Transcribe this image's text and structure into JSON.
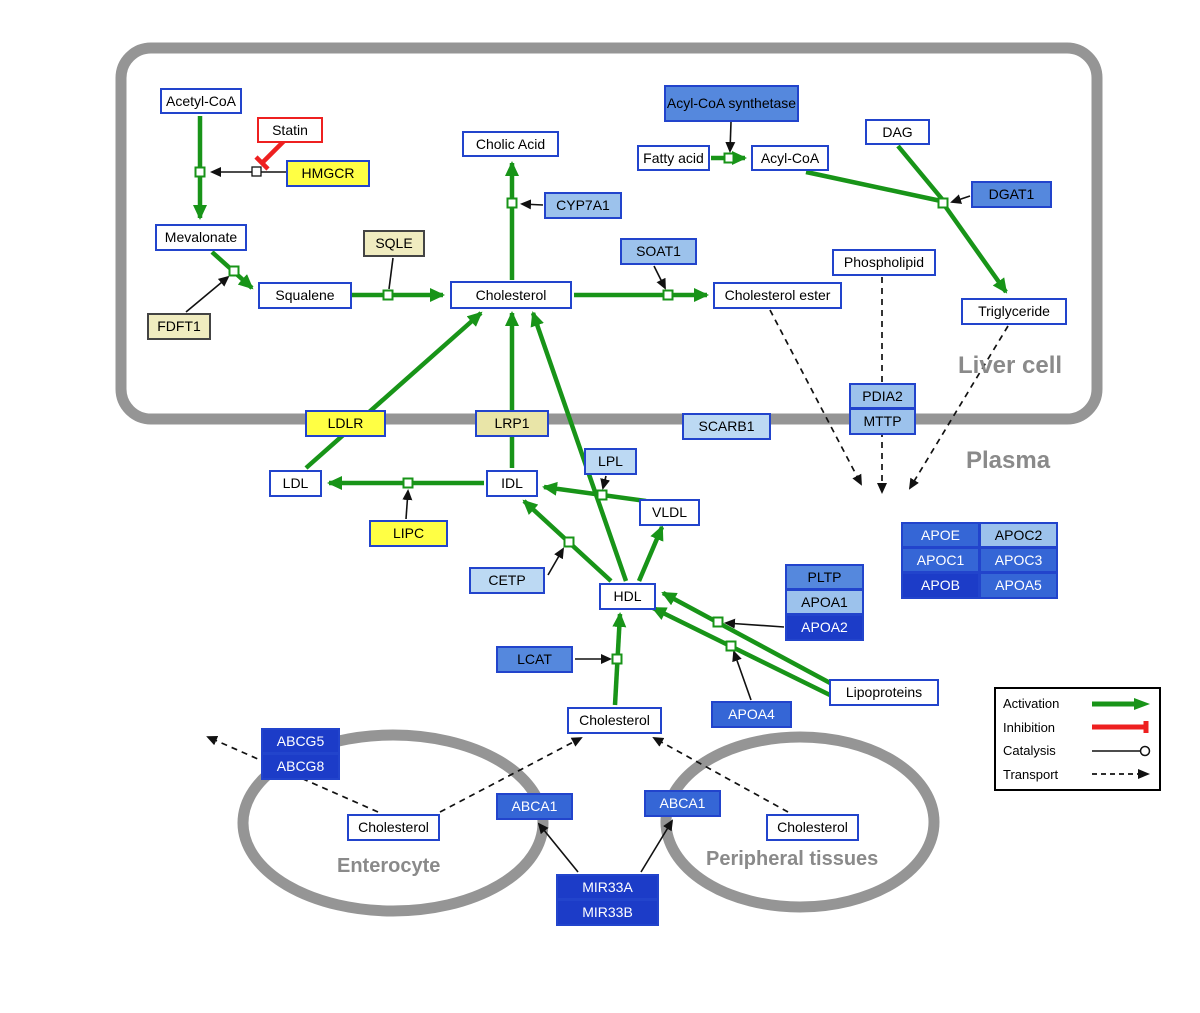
{
  "regions": {
    "liver_cell": "Liver cell",
    "plasma": "Plasma",
    "enterocyte": "Enterocyte",
    "peripheral_tissues": "Peripheral tissues"
  },
  "labels": {
    "acetyl_coa": "Acetyl-CoA",
    "statin": "Statin",
    "hmgcr": "HMGCR",
    "mevalonate": "Mevalonate",
    "sqle": "SQLE",
    "fdft1": "FDFT1",
    "squalene": "Squalene",
    "cholesterol_liver": "Cholesterol",
    "cholic_acid": "Cholic Acid",
    "cyp7a1": "CYP7A1",
    "soat1": "SOAT1",
    "cholesterol_ester": "Cholesterol ester",
    "acyl_coa_synthetase": "Acyl-CoA synthetase",
    "fatty_acid": "Fatty acid",
    "acyl_coa": "Acyl-CoA",
    "dag": "DAG",
    "dgat1": "DGAT1",
    "phospholipid": "Phospholipid",
    "triglyceride": "Triglyceride",
    "ldlr": "LDLR",
    "lrp1": "LRP1",
    "scarb1": "SCARB1",
    "pdia2": "PDIA2",
    "mttp": "MTTP",
    "ldl": "LDL",
    "idl": "IDL",
    "lpl": "LPL",
    "vldl": "VLDL",
    "lipc": "LIPC",
    "cetp": "CETP",
    "hdl": "HDL",
    "pltp": "PLTP",
    "apoa1": "APOA1",
    "apoa2": "APOA2",
    "lcat": "LCAT",
    "apoa4": "APOA4",
    "lipoproteins": "Lipoproteins",
    "apoe": "APOE",
    "apoc2": "APOC2",
    "apoc1": "APOC1",
    "apoc3": "APOC3",
    "apob": "APOB",
    "apoa5": "APOA5",
    "cholesterol_plasma": "Cholesterol",
    "abcg5": "ABCG5",
    "abcg8": "ABCG8",
    "cholesterol_enterocyte": "Cholesterol",
    "abca1_enterocyte": "ABCA1",
    "abca1_peripheral": "ABCA1",
    "cholesterol_peripheral": "Cholesterol",
    "mir33a": "MIR33A",
    "mir33b": "MIR33B"
  },
  "legend": {
    "activation": "Activation",
    "inhibition": "Inhibition",
    "catalysis": "Catalysis",
    "transport": "Transport"
  },
  "colors": {
    "activation_green": "#189418",
    "inhibition_red": "#ee2020",
    "catalysis_black": "#111111",
    "transport_black": "#111111",
    "membrane_gray": "#959595",
    "metabolite_border_blue": "#2244cc",
    "vip_yellow": "#ffff44",
    "pale_yellow": "#f0ecc0",
    "light_blue": "#bcd9f3",
    "medium_blue": "#5588dd",
    "dark_blue": "#1c3cc8"
  }
}
